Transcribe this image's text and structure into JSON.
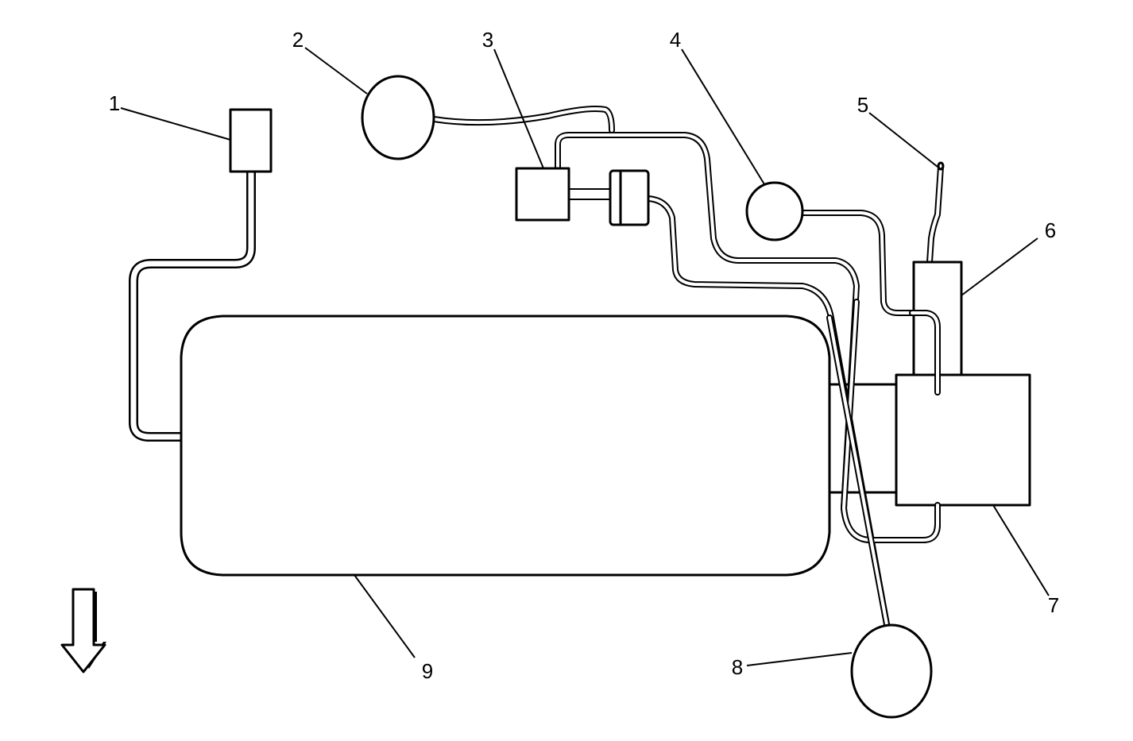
{
  "callouts": [
    {
      "id": "1",
      "label": "1"
    },
    {
      "id": "2",
      "label": "2"
    },
    {
      "id": "3",
      "label": "3"
    },
    {
      "id": "4",
      "label": "4"
    },
    {
      "id": "5",
      "label": "5"
    },
    {
      "id": "6",
      "label": "6"
    },
    {
      "id": "7",
      "label": "7"
    },
    {
      "id": "8",
      "label": "8"
    },
    {
      "id": "9",
      "label": "9"
    }
  ],
  "icons": {
    "direction_arrow": "arrow-down-icon"
  },
  "colors": {
    "line": "#000000",
    "background": "#ffffff"
  }
}
